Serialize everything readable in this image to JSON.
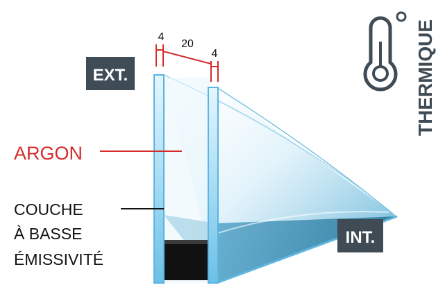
{
  "dimensions": {
    "glass_outer": "4",
    "gap": "20",
    "glass_inner": "4"
  },
  "labels": {
    "exterior": "EXT.",
    "interior": "INT.",
    "argon": "ARGON",
    "low_e_line1": "COUCHE",
    "low_e_line2": "À BASSE",
    "low_e_line3": "ÉMISSIVITÉ",
    "thermal": "THERMIQUE"
  },
  "colors": {
    "accent_red": "#d42b2b",
    "badge_bg": "#3f4b55",
    "glass_edge": "#6cc4ee",
    "glass_fill": "#a9dcf3",
    "spacer": "#111111",
    "text_dark": "#111111",
    "icon_gray": "#3f4b55"
  },
  "icons": {
    "thermal": "thermometer-icon"
  }
}
